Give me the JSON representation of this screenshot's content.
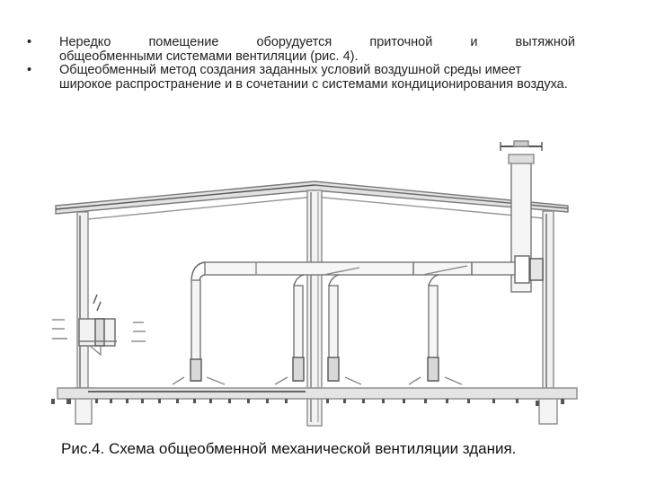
{
  "bullets": [
    {
      "line1": "Нередко помещение оборудуется приточной и вытяжной",
      "line1_words": [
        "Нередко",
        "помещение",
        "оборудуется приточной",
        "и вытяжной"
      ],
      "rest": "общеобменными системами вентиляции (рис. 4)."
    },
    {
      "text": "Общеобменный метод создания заданных условий воздушной среды имеет широкое распространение и в сочетании с системами кондиционирования воздуха."
    }
  ],
  "bullet_glyph": "•",
  "figure": {
    "caption": "Рис.4. Схема общеобменной механической вентиляции здания.",
    "line_color": "#8a8a8a",
    "dark_color": "#4a4a4a"
  }
}
